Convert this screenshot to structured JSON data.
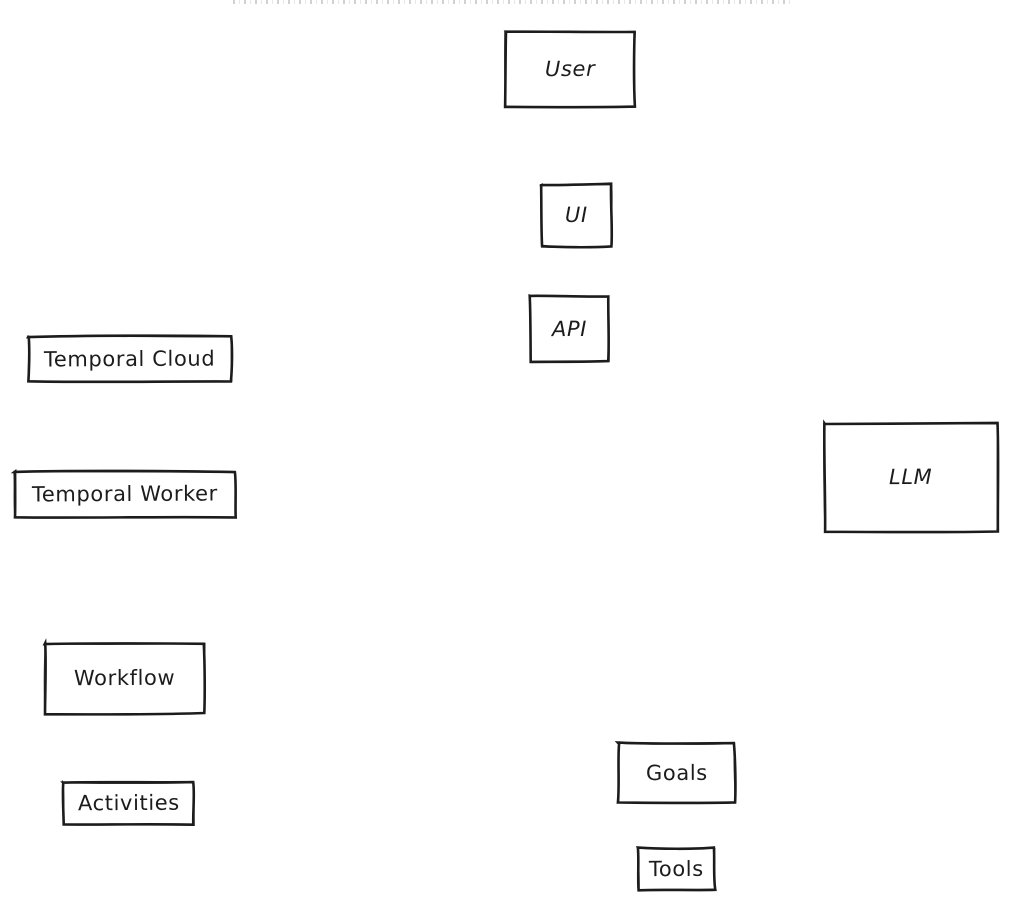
{
  "page": {
    "background_color": "#ffffff"
  },
  "diagram": {
    "style": "hand-drawn-sketch",
    "stroke_color": "#1c1c1c",
    "fill_color": "#ffffff",
    "nodes": [
      {
        "id": "user",
        "label": "User"
      },
      {
        "id": "ui",
        "label": "UI"
      },
      {
        "id": "api",
        "label": "API"
      },
      {
        "id": "temporal-cloud",
        "label": "Temporal Cloud"
      },
      {
        "id": "temporal-worker",
        "label": "Temporal Worker"
      },
      {
        "id": "llm",
        "label": "LLM"
      },
      {
        "id": "workflow",
        "label": "Workflow"
      },
      {
        "id": "goals",
        "label": "Goals"
      },
      {
        "id": "activities",
        "label": "Activities"
      },
      {
        "id": "tools",
        "label": "Tools"
      }
    ]
  }
}
